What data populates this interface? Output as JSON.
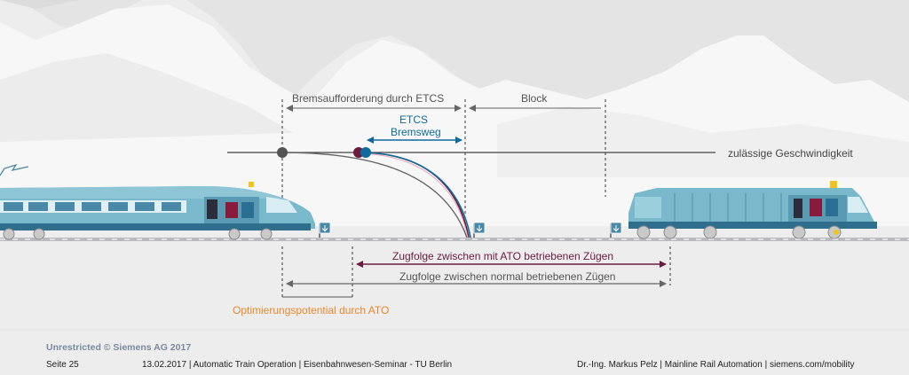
{
  "labels": {
    "braking_request": "Bremsaufforderung durch ETCS",
    "block": "Block",
    "etcs_braking_line1": "ETCS",
    "etcs_braking_line2": "Bremsweg",
    "permitted_speed": "zulässige Geschwindigkeit",
    "headway_ato": "Zugfolge zwischen mit ATO betriebenen Zügen",
    "headway_normal": "Zugfolge zwischen normal betriebenen Zügen",
    "optimization_potential": "Optimierungspotential durch ATO"
  },
  "footer": {
    "copyright": "Unrestricted © Siemens AG 2017",
    "page": "Seite 25",
    "center": "13.02.2017 | Automatic Train Operation | Eisenbahnwesen-Seminar - TU Berlin",
    "right": "Dr.-Ing. Markus Pelz | Mainline Rail Automation | siemens.com/mobility"
  },
  "colors": {
    "maroon": "#6b1b3d",
    "etcs_blue": "#0f6a9e",
    "orange": "#e8882b",
    "train": "#7ab8cc",
    "mountain": "#dcdcdc"
  }
}
